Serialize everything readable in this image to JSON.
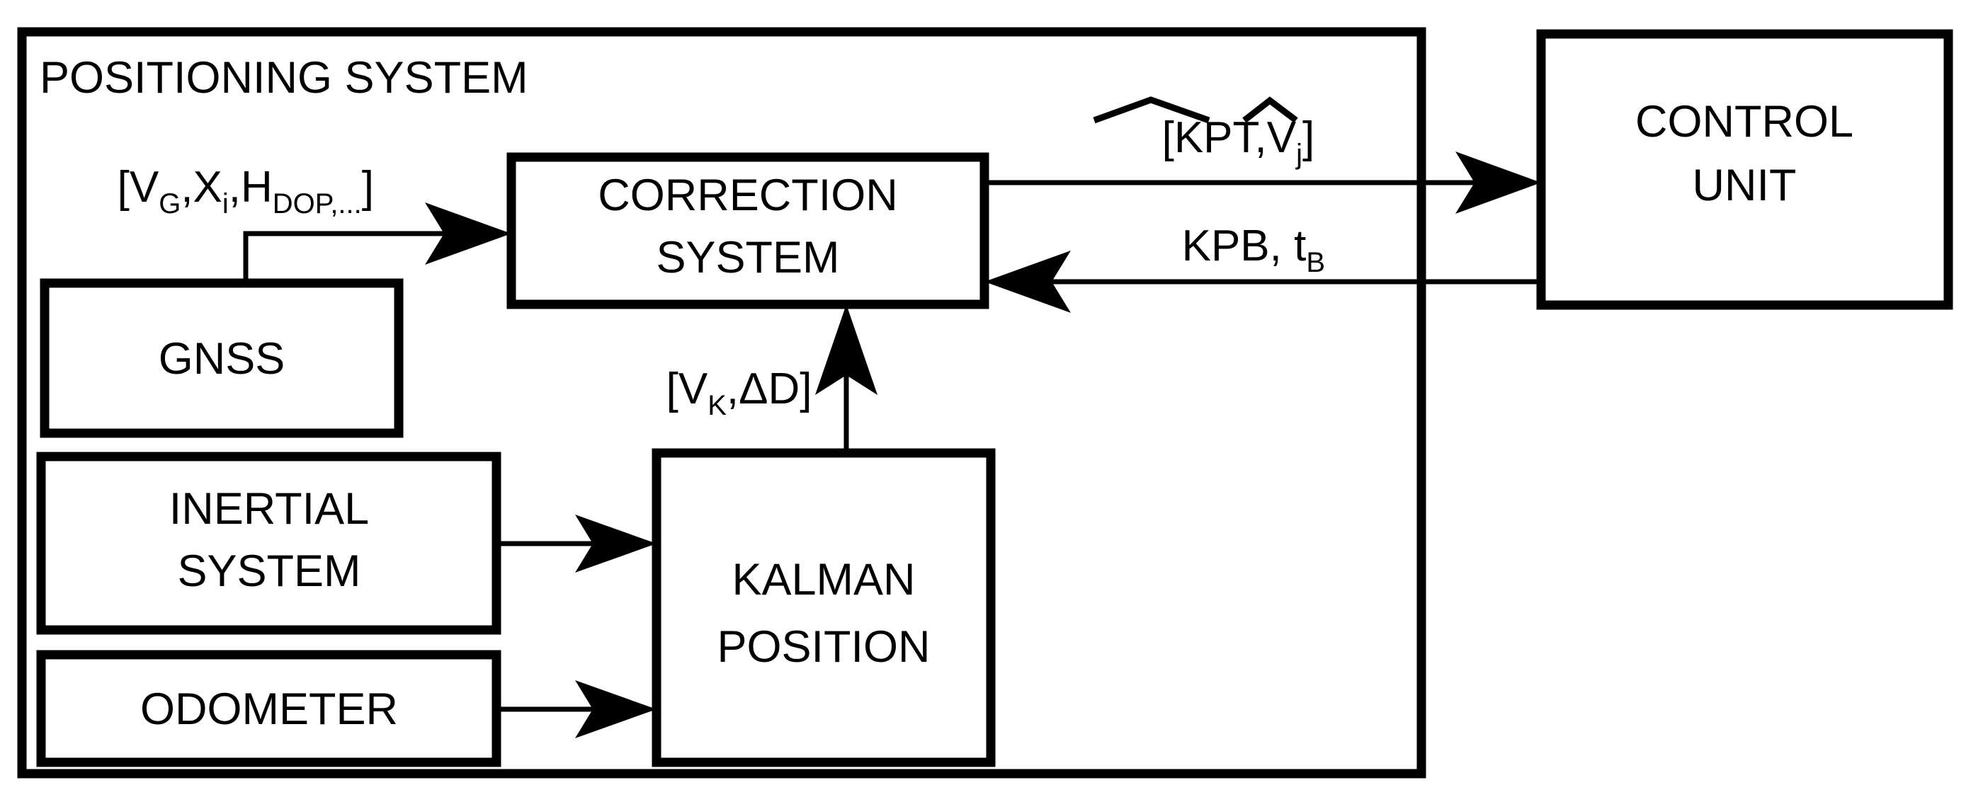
{
  "diagram": {
    "title": "Positioning system block diagram",
    "colors": {
      "stroke": "#000000",
      "background": "#ffffff"
    },
    "outer_group": {
      "label": "POSITIONING SYSTEM"
    },
    "blocks": [
      {
        "id": "correction-system",
        "line1": "CORRECTION",
        "line2": "SYSTEM"
      },
      {
        "id": "gnss",
        "line1": "GNSS",
        "line2": ""
      },
      {
        "id": "inertial-system",
        "line1": "INERTIAL",
        "line2": "SYSTEM"
      },
      {
        "id": "odometer",
        "line1": "ODOMETER",
        "line2": ""
      },
      {
        "id": "kalman-position",
        "line1": "KALMAN",
        "line2": "POSITION"
      },
      {
        "id": "control-unit",
        "line1": "CONTROL",
        "line2": "UNIT"
      }
    ],
    "signals": {
      "gnss_out": {
        "open": "[V",
        "sub1": "G",
        "mid1": ",X",
        "sub2": "i",
        "mid2": ",H",
        "sub3": "DOP,...",
        "close": "]"
      },
      "correction_to_control": {
        "open": "[",
        "hat_group": "KPT",
        "comma": ",V",
        "sub": "j",
        "close": "]"
      },
      "control_to_correction": {
        "main": "KPB, t",
        "sub": "B"
      },
      "kalman_to_correction": {
        "open": "[V",
        "sub": "K",
        "close": ",ΔD]"
      }
    },
    "connections": [
      {
        "id": "gnss-to-correction",
        "from": "gnss",
        "to": "correction-system"
      },
      {
        "id": "correction-to-control-unit",
        "from": "correction-system",
        "to": "control-unit"
      },
      {
        "id": "control-unit-to-correction",
        "from": "control-unit",
        "to": "correction-system"
      },
      {
        "id": "kalman-to-correction",
        "from": "kalman-position",
        "to": "correction-system"
      },
      {
        "id": "inertial-to-kalman",
        "from": "inertial-system",
        "to": "kalman-position"
      },
      {
        "id": "odometer-to-kalman",
        "from": "odometer",
        "to": "kalman-position"
      }
    ]
  }
}
